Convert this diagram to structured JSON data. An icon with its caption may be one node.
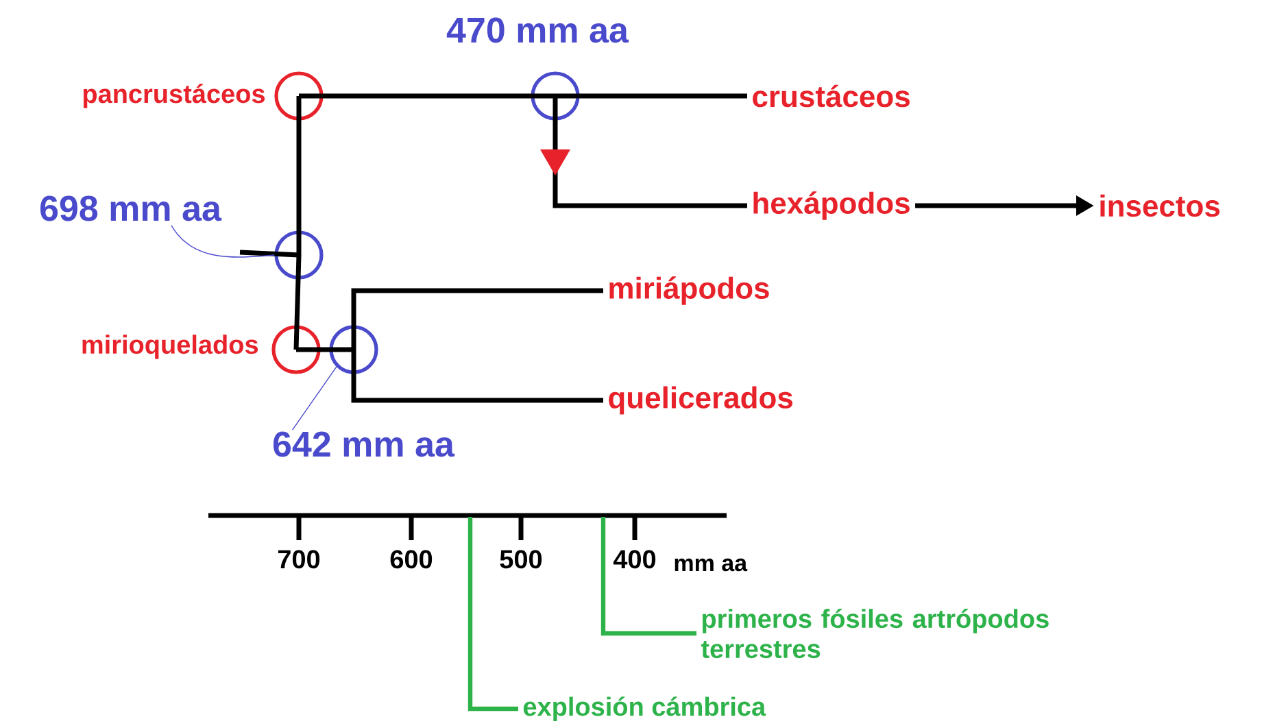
{
  "diagram": {
    "nodes": [
      {
        "text": [],
        "shape": "circle",
        "beside": [
          "pancrustáceos"
        ]
      },
      {
        "text": [],
        "shape": "circle",
        "beside": [
          "470 mm aa"
        ]
      },
      {
        "text": [
          "crustáceos"
        ]
      },
      {
        "text": [
          "hexápodos"
        ]
      },
      {
        "text": [
          "insectos"
        ]
      },
      {
        "text": [],
        "shape": "circle"
      },
      {
        "text": [
          "698 mm aa"
        ]
      },
      {
        "text": [],
        "shape": "circle",
        "beside": [
          "mirioquelados"
        ]
      },
      {
        "text": [],
        "shape": "circle"
      },
      {
        "text": [
          "642 mm aa"
        ]
      },
      {
        "text": [
          "miriápodos"
        ]
      },
      {
        "text": [
          "quelicerados"
        ]
      },
      {
        "text": [
          "primeros fósiles artrópodos terrestres"
        ]
      },
      {
        "text": [
          "explosión cámbrica"
        ]
      }
    ],
    "edges": [
      {
        "from": 0,
        "to": 1,
        "arrow": "none"
      },
      {
        "from": 1,
        "to": 2,
        "arrow": "none"
      },
      {
        "from": 1,
        "to": 3,
        "arrow": "to"
      },
      {
        "from": 3,
        "to": 4,
        "arrow": "to"
      },
      {
        "from": null,
        "to": 5,
        "arrow": "none"
      },
      {
        "from": 5,
        "to": 0,
        "arrow": "none"
      },
      {
        "from": 5,
        "to": 7,
        "arrow": "none"
      },
      {
        "from": 7,
        "to": 8,
        "arrow": "none"
      },
      {
        "from": 8,
        "to": 10,
        "arrow": "none"
      },
      {
        "from": 8,
        "to": 11,
        "arrow": "none"
      },
      {
        "from": 6,
        "to": 5,
        "arrow": "none",
        "color": "#4a4acc"
      },
      {
        "from": 9,
        "to": 8,
        "arrow": "none",
        "color": "#4a4acc"
      },
      {
        "from": 12,
        "to": null,
        "arrow": "none",
        "color": "#2db34a"
      },
      {
        "from": 13,
        "to": null,
        "arrow": "none",
        "color": "#2db34a"
      }
    ],
    "labels": [
      "700",
      "600",
      "500",
      "400",
      "mm aa"
    ]
  }
}
